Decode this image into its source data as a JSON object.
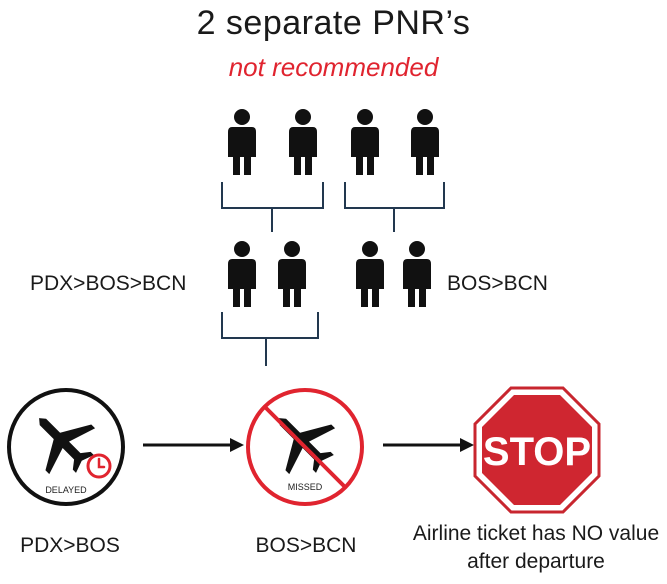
{
  "title": "2 separate PNR’s",
  "subtitle": "not recommended",
  "routes": {
    "left": "PDX>BOS>BCN",
    "right": "BOS>BCN"
  },
  "badges": {
    "delayed": "DELAYED",
    "missed": "MISSED",
    "stop": "STOP"
  },
  "captions": {
    "first": "PDX>BOS",
    "second": "BOS>BCN",
    "third": "Airline ticket has NO value after departure"
  },
  "colors": {
    "accent": "#e0242f",
    "bracket": "#22384f",
    "ink": "#111111"
  },
  "icons": [
    "person-icon",
    "airplane-icon",
    "clock-icon",
    "prohibition-icon",
    "arrow-right-icon",
    "stop-sign-icon"
  ]
}
